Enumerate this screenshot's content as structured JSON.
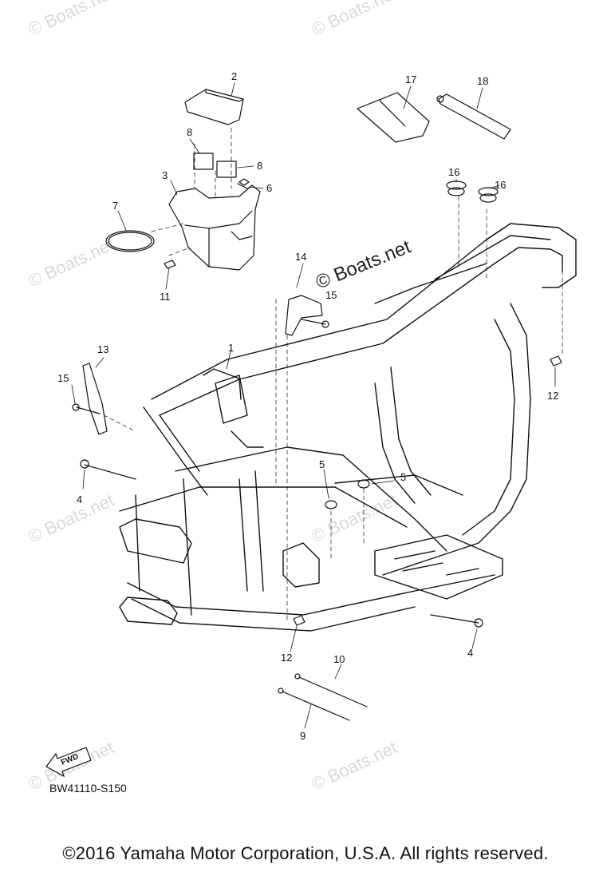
{
  "watermark_text": "© Boats.net",
  "center_watermark": "© Boats.net",
  "callouts": [
    "1",
    "2",
    "3",
    "4",
    "4",
    "5",
    "5",
    "6",
    "7",
    "8",
    "8",
    "9",
    "10",
    "11",
    "12",
    "12",
    "13",
    "14",
    "15",
    "15",
    "16",
    "16",
    "17",
    "18"
  ],
  "fwd_label": "FWD",
  "diagram_ref": "BW41110-S150",
  "copyright": "©2016 Yamaha Motor Corporation, U.S.A. All rights reserved."
}
